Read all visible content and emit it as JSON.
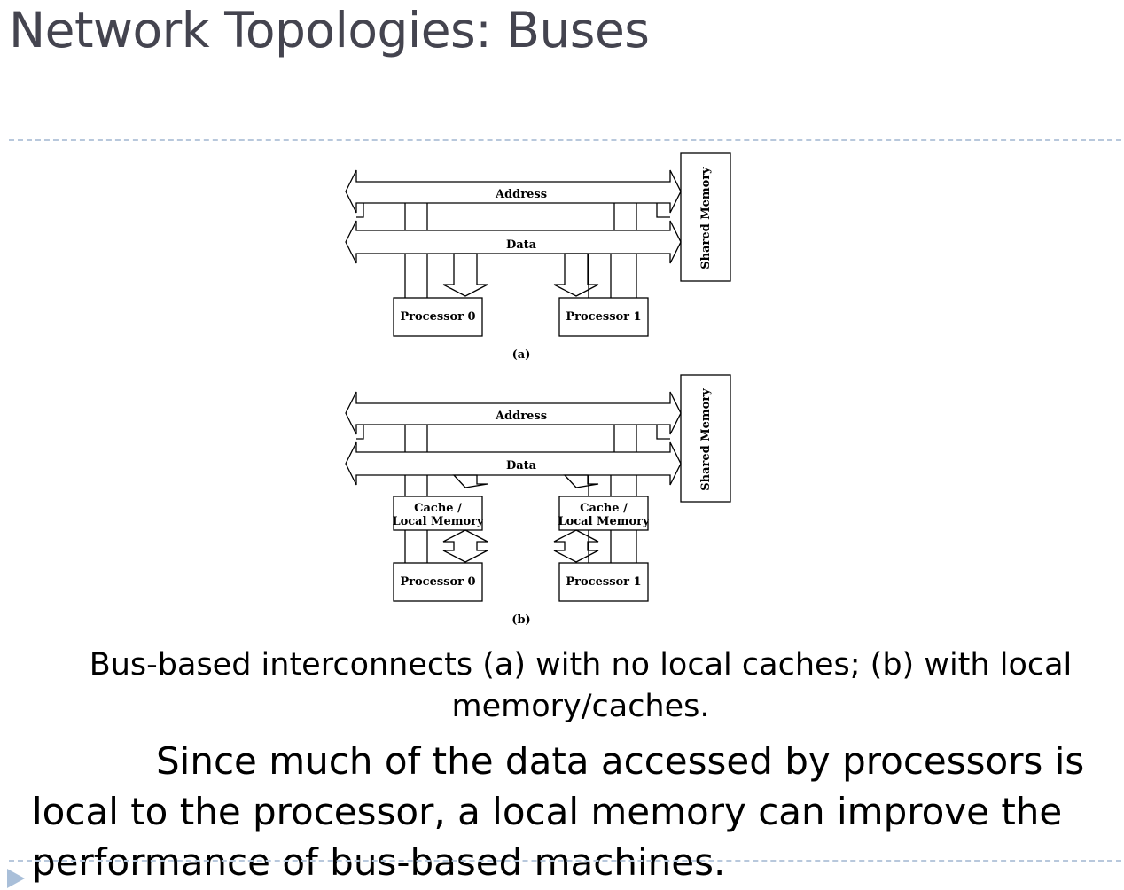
{
  "slide": {
    "title": "Network Topologies: Buses",
    "caption": "Bus-based interconnects (a) with no local caches; (b) with local memory/caches.",
    "body": "Since much of the data accessed by processors is local to the processor, a local memory can improve the performance of bus-based machines."
  },
  "diagram_a": {
    "address_label": "Address",
    "data_label": "Data",
    "memory_label": "Shared Memory",
    "processor0_label": "Processor 0",
    "processor1_label": "Processor 1",
    "sublabel": "(a)"
  },
  "diagram_b": {
    "address_label": "Address",
    "data_label": "Data",
    "memory_label": "Shared Memory",
    "cache0_line1": "Cache /",
    "cache0_line2": "Local Memory",
    "cache1_line1": "Cache /",
    "cache1_line2": "Local Memory",
    "processor0_label": "Processor 0",
    "processor1_label": "Processor 1",
    "sublabel": "(b)"
  }
}
